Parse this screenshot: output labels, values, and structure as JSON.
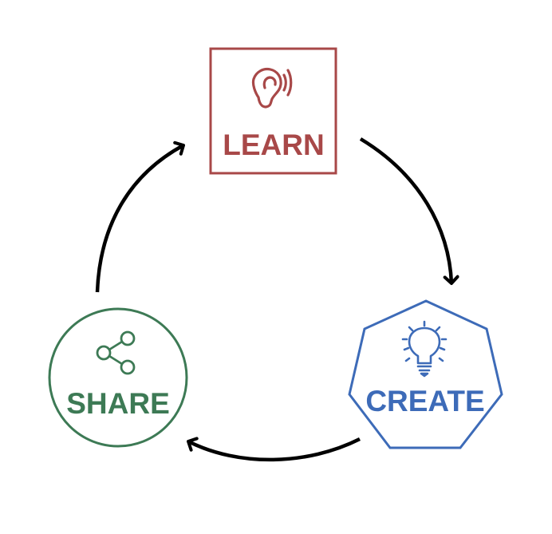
{
  "learn": {
    "label": "LEARN",
    "icon": "ear-icon",
    "color": "#a84848"
  },
  "create": {
    "label": "CREATE",
    "icon": "lightbulb-icon",
    "color": "#3d6bb8"
  },
  "share": {
    "label": "SHARE",
    "icon": "share-icon",
    "color": "#3d7a55"
  },
  "arrow_color": "#000000"
}
